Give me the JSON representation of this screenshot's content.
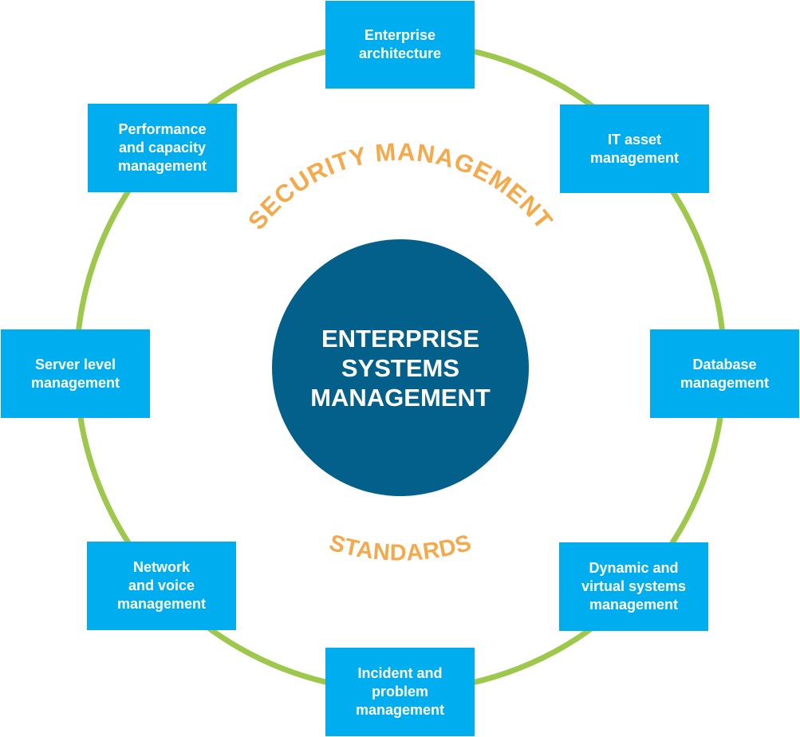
{
  "center": {
    "title": "ENTERPRISE\nSYSTEMS\nMANAGEMENT"
  },
  "arc_labels": {
    "top": "SECURITY MANAGEMENT",
    "bottom": "STANDARDS"
  },
  "nodes": [
    {
      "label": "Enterprise\narchitecture"
    },
    {
      "label": "IT asset\nmanagement"
    },
    {
      "label": "Database\nmanagement"
    },
    {
      "label": "Dynamic and\nvirtual systems\nmanagement"
    },
    {
      "label": "Incident and\nproblem\nmanagement"
    },
    {
      "label": "Network\nand voice\nmanagement"
    },
    {
      "label": "Server level\nmanagement"
    },
    {
      "label": "Performance\nand capacity\nmanagement"
    }
  ],
  "colors": {
    "ring": "#9dc84b",
    "node_fill": "#00aeef",
    "center_fill": "#02608a",
    "arc_text": "#f5a94a",
    "text": "#ffffff"
  }
}
